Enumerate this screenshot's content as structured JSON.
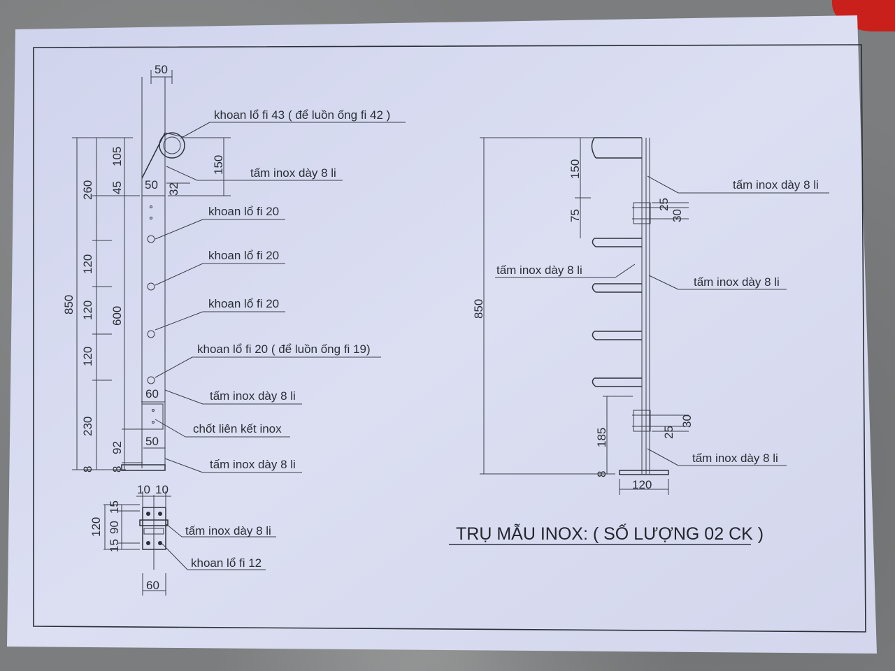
{
  "left_view": {
    "top_width": "50",
    "callouts": {
      "hole_43": "khoan lổ fi 43 ( để luồn ống fi 42 )",
      "plate_top": "tấm inox dày 8 li",
      "hole_20_a": "khoan lổ fi 20",
      "hole_20_b": "khoan lổ fi 20",
      "hole_20_c": "khoan lổ fi 20",
      "hole_20_d": "khoan lổ fi 20 ( để luồn ống fi 19)",
      "plate_mid": "tấm inox dày 8 li",
      "pin": "chốt liên kết inox",
      "plate_base": "tấm inox dày 8 li"
    },
    "dims": {
      "overall": "850",
      "d260": "260",
      "d120a": "120",
      "d120b": "120",
      "d120c": "120",
      "d230": "230",
      "d8": "8",
      "d105": "105",
      "d45": "45",
      "d600": "600",
      "d92": "92",
      "d8b": "8",
      "d150": "150",
      "d32": "32",
      "w50_a": "50",
      "w60": "60",
      "w50_b": "50"
    }
  },
  "base_detail": {
    "dims": {
      "w10a": "10",
      "w10b": "10",
      "h120": "120",
      "h15a": "15",
      "h90": "90",
      "h15b": "15",
      "w60": "60"
    },
    "callouts": {
      "plate": "tấm inox dày 8 li",
      "hole_12": "khoan lổ fi 12"
    }
  },
  "right_view": {
    "callouts": {
      "plate_top": "tấm inox dày 8 li",
      "plate_left": "tấm inox dày 8 li",
      "plate_right": "tấm inox dày 8 li",
      "plate_bottom": "tấm inox dày 8 li"
    },
    "dims": {
      "overall": "850",
      "d150": "150",
      "d75": "75",
      "d25a": "25",
      "d30a": "30",
      "d185": "185",
      "d25b": "25",
      "d30b": "30",
      "d8": "8",
      "w120": "120"
    }
  },
  "title": "TRỤ MẪU INOX:  ( SỐ LƯỢNG 02 CK )",
  "colors": {
    "paper": "#d8dbef",
    "ink": "#2c3038",
    "ground": "#7b7d7e",
    "red": "#c9201c"
  }
}
